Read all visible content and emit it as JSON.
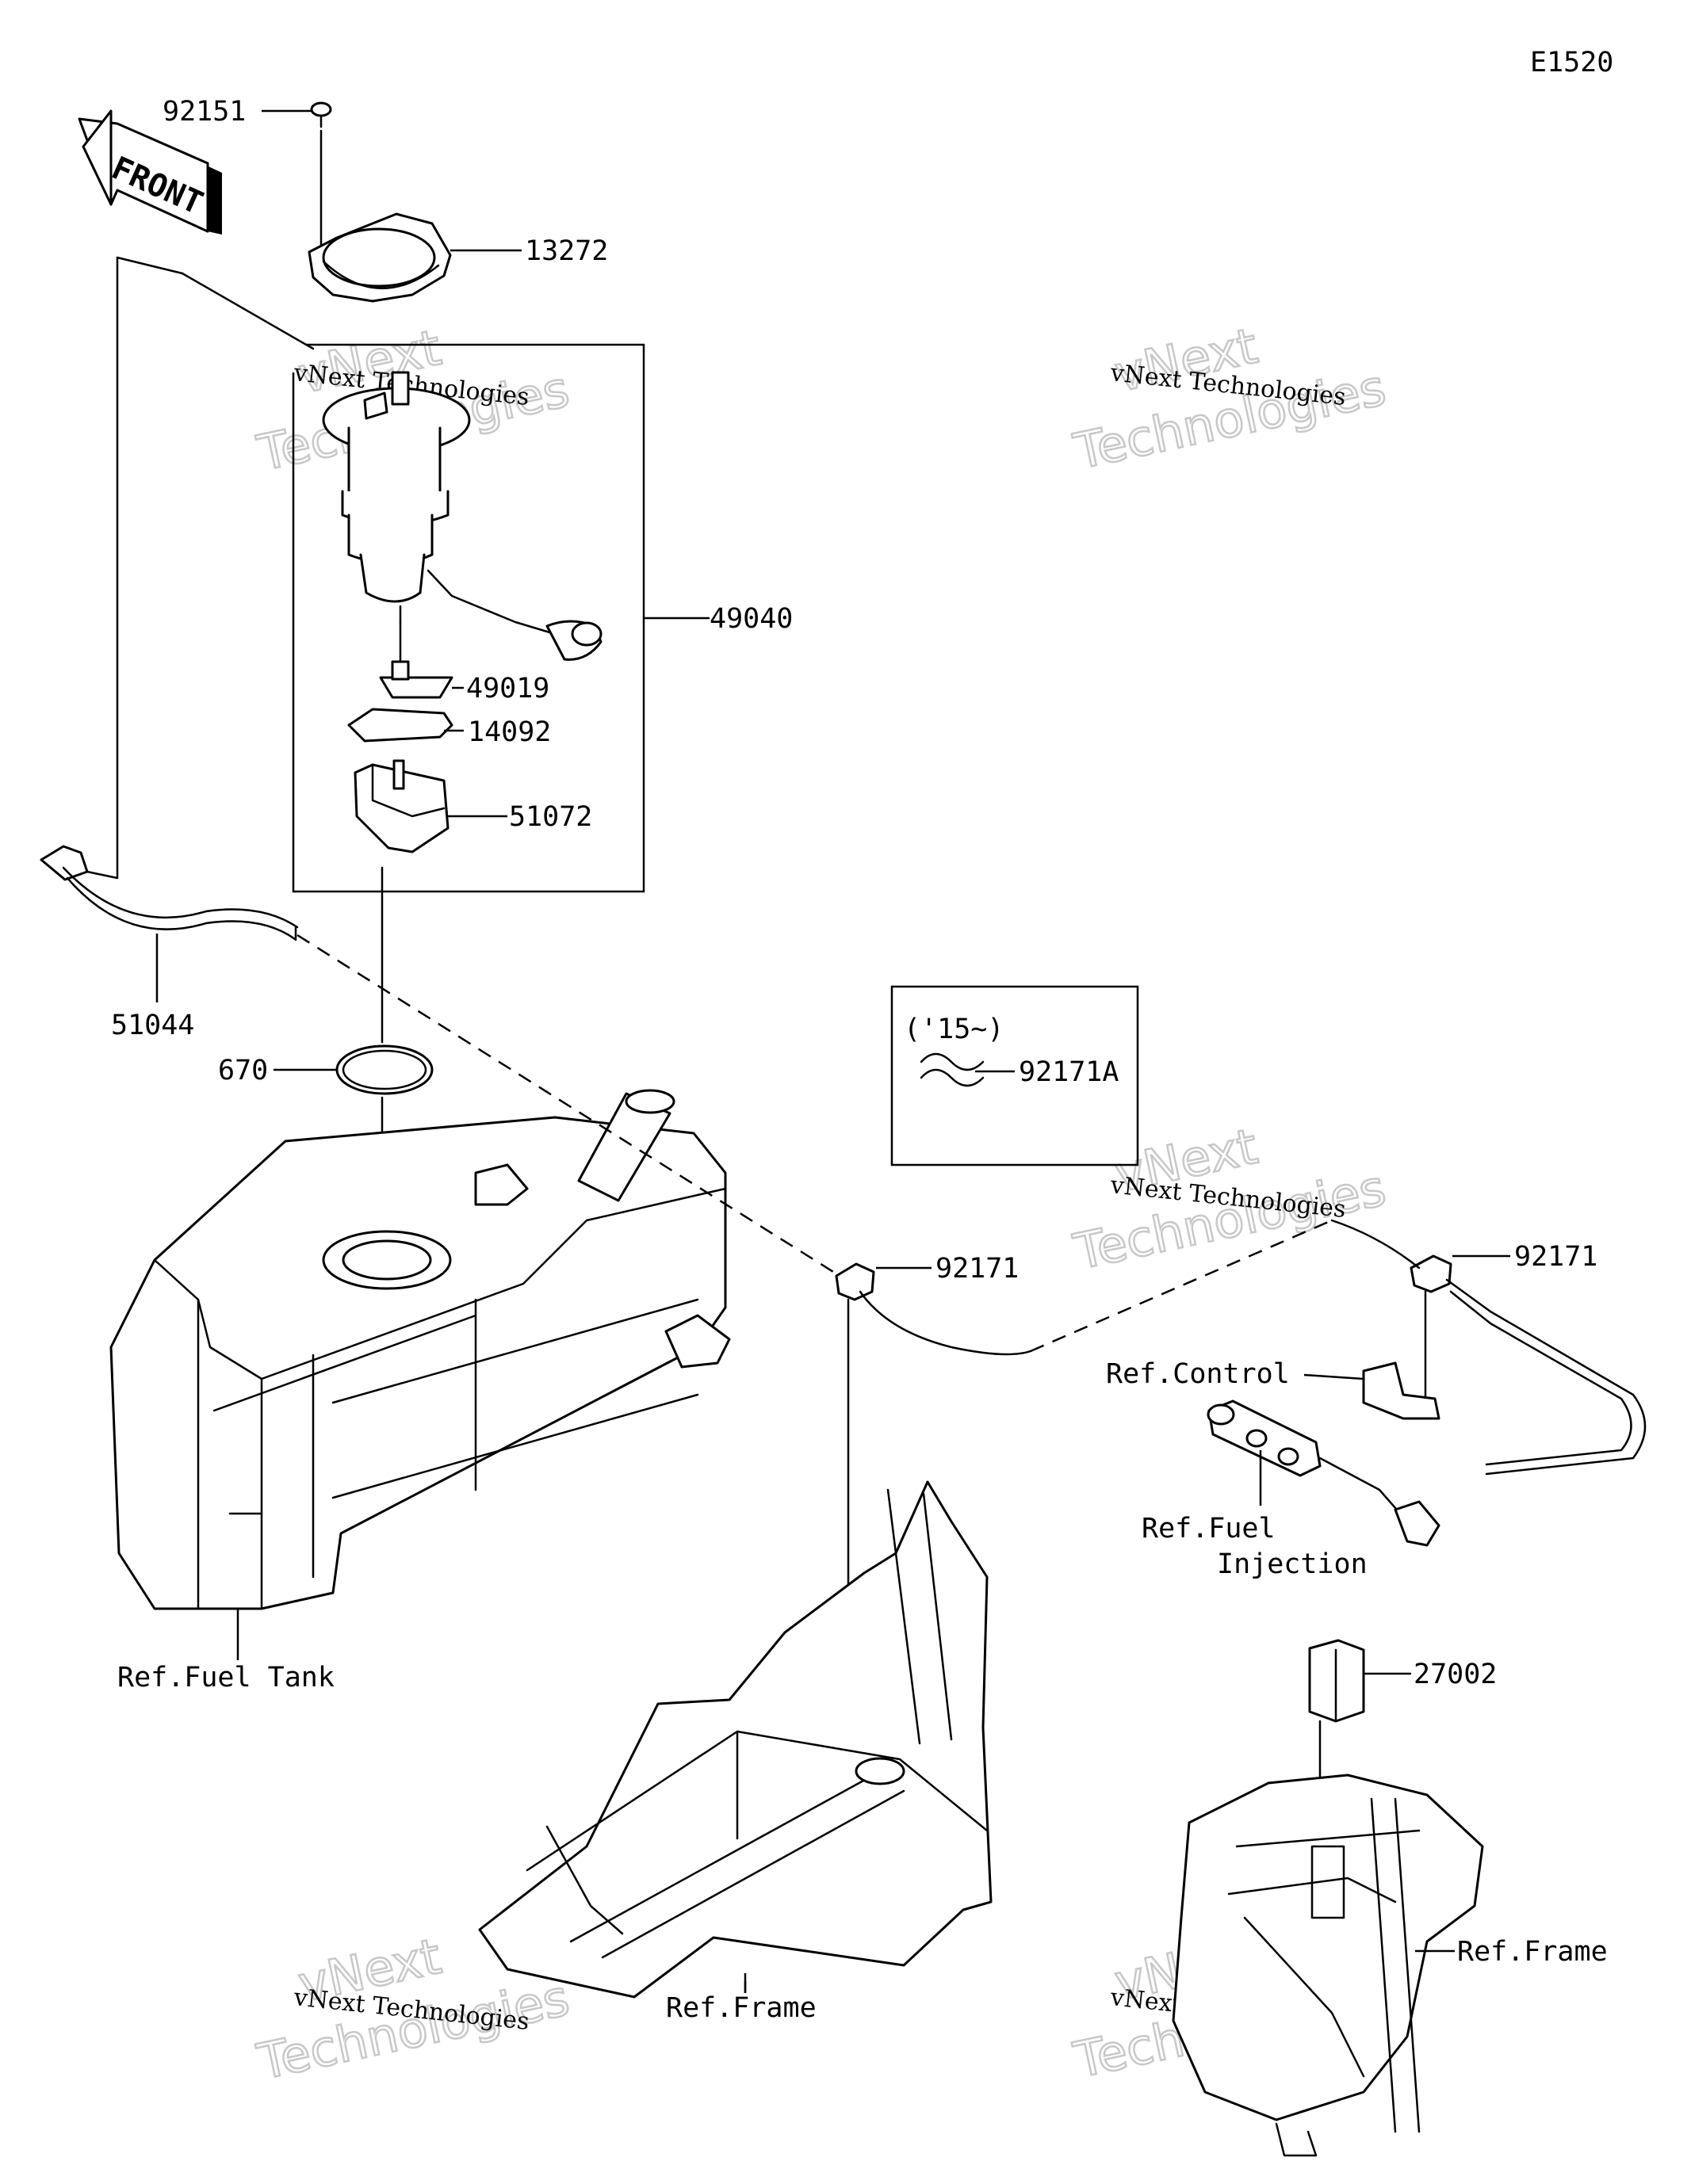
{
  "diagram_code": "E1520",
  "front_label": "FRONT",
  "watermark": {
    "line1": "vNext",
    "line2": "Technologies",
    "small": "vNext Technologies"
  },
  "parts": {
    "p92151": "92151",
    "p13272": "13272",
    "p49040": "49040",
    "p49019": "49019",
    "p14092": "14092",
    "p51072": "51072",
    "p51044": "51044",
    "p670": "670",
    "p92171_center": "92171",
    "p92171_right": "92171",
    "p92171A": "92171A",
    "p27002": "27002"
  },
  "inset": {
    "label": "('15~)"
  },
  "refs": {
    "fuel_tank": "Ref.Fuel Tank",
    "frame_center": "Ref.Frame",
    "frame_right": "Ref.Frame",
    "control": "Ref.Control",
    "fuel_injection_line1": "Ref.Fuel",
    "fuel_injection_line2": "Injection"
  },
  "colors": {
    "line": "#000000",
    "background": "#ffffff",
    "watermark": "#c8c8c8"
  }
}
